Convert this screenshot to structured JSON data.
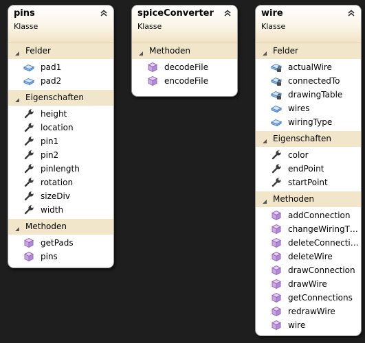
{
  "classes": {
    "pins": {
      "name": "pins",
      "stereotype": "Klasse",
      "fields_label": "Felder",
      "fields": [
        "pad1",
        "pad2"
      ],
      "properties_label": "Eigenschaften",
      "properties": [
        "height",
        "location",
        "pin1",
        "pin2",
        "pinlength",
        "rotation",
        "sizeDiv",
        "width"
      ],
      "methods_label": "Methoden",
      "methods": [
        "getPads",
        "pins"
      ]
    },
    "spiceConverter": {
      "name": "spiceConverter",
      "stereotype": "Klasse",
      "methods_label": "Methoden",
      "methods": [
        "decodeFile",
        "encodeFile"
      ]
    },
    "wire": {
      "name": "wire",
      "stereotype": "Klasse",
      "fields_label": "Felder",
      "fields": [
        "actualWire",
        "connectedTo",
        "drawingTable",
        "wires",
        "wiringType"
      ],
      "properties_label": "Eigenschaften",
      "properties": [
        "color",
        "endPoint",
        "startPoint"
      ],
      "methods_label": "Methoden",
      "methods": [
        "addConnection",
        "changeWiringT…",
        "deleteConnecti…",
        "deleteWire",
        "drawConnection",
        "drawWire",
        "getConnections",
        "redrawWire",
        "wire"
      ]
    }
  },
  "icons": {
    "field": "field-icon",
    "private_field": "private-field-icon",
    "property": "wrench-property-icon",
    "method": "method-cube-icon"
  },
  "colors": {
    "background": "#1e1e1e",
    "header_gradient_end": "#f1e3c3",
    "section_band": "#f1e6c9",
    "field_icon": "#4f86c6",
    "method_icon": "#9b6bbf"
  }
}
